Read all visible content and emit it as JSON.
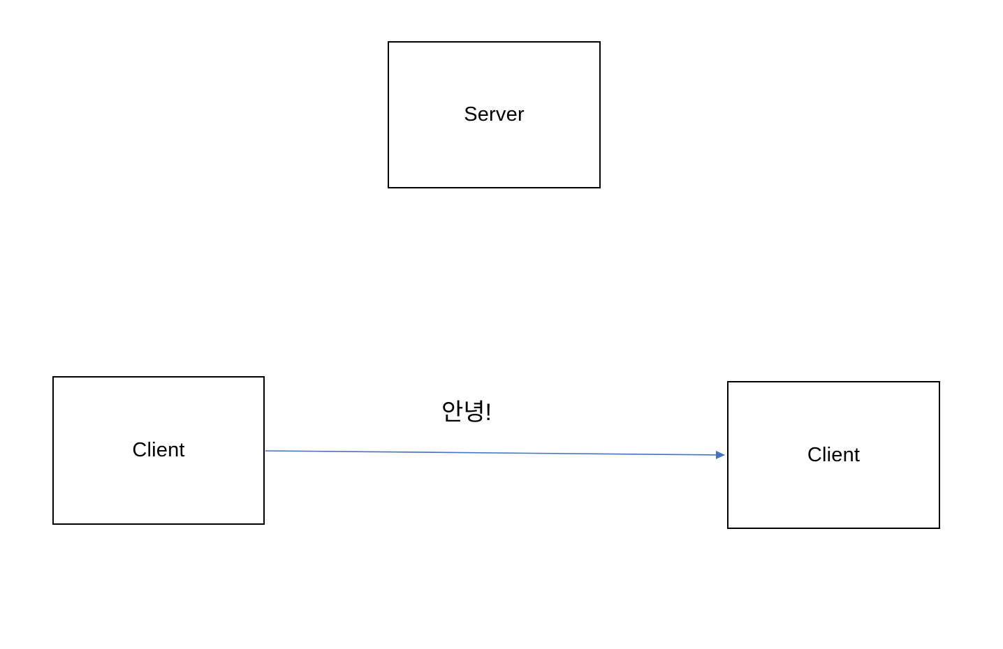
{
  "diagram": {
    "nodes": [
      {
        "id": "server",
        "label": "Server"
      },
      {
        "id": "client-left",
        "label": "Client"
      },
      {
        "id": "client-right",
        "label": "Client"
      }
    ],
    "edge": {
      "from": "client-left",
      "to": "client-right",
      "label": "안녕!",
      "color": "#4472C4"
    },
    "colors": {
      "background": "#FFFFFF",
      "box_fill": "#FFFFFF",
      "box_border": "#000000",
      "text": "#000000"
    }
  }
}
